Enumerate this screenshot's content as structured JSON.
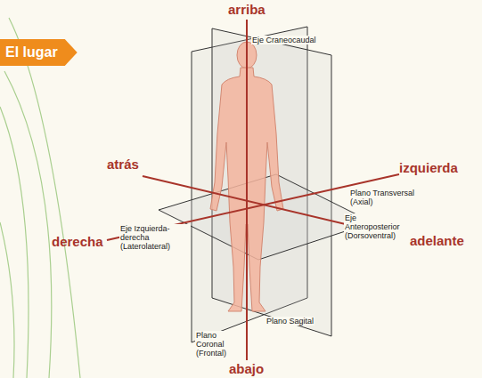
{
  "diagram": {
    "nodes": [
      {
        "text": [
          "El lugar"
        ]
      }
    ],
    "labels": [
      "arriba",
      "Eje Craneocaudal",
      "atrás",
      "izquierda",
      "Plano Transversal (Axial)",
      "derecha",
      "Eje Izquierda-derecha (Laterolateral)",
      "Eje Anteroposterior (Dorsoventral)",
      "adelante",
      "Plano Coronal (Frontal)",
      "Plano Sagital",
      "abajo"
    ]
  }
}
